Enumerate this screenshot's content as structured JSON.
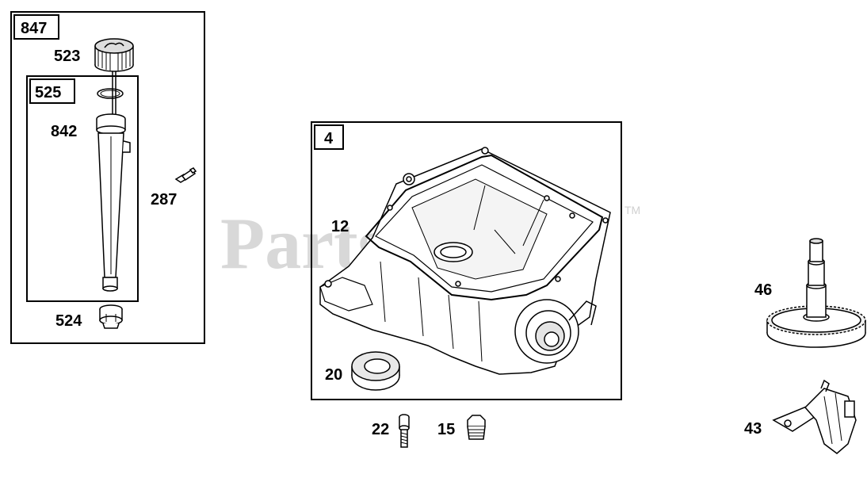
{
  "watermark": {
    "text": "PartsTree",
    "trademark": "TM"
  },
  "groups": {
    "oil_fill": "847",
    "dipstick_tube": "525",
    "sump": "4"
  },
  "parts": {
    "cap": "523",
    "o_ring": "842",
    "screw": "287",
    "plug_bottom": "524",
    "gasket": "12",
    "seal": "20",
    "cam_gear": "46",
    "bolt": "22",
    "drain_plug": "15",
    "governor": "43"
  },
  "colors": {
    "line": "#000000",
    "box_border": "#000000",
    "watermark": "#d8d8d8"
  }
}
